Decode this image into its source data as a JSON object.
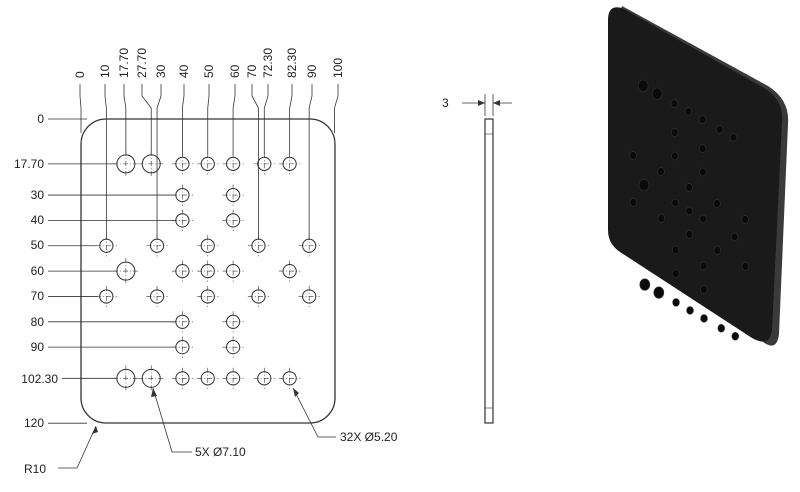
{
  "drawing": {
    "x_dims": [
      "0",
      "10",
      "17.70",
      "27.70",
      "30",
      "40",
      "50",
      "60",
      "70",
      "72.30",
      "82.30",
      "90",
      "100"
    ],
    "y_dims": [
      "0",
      "17.70",
      "30",
      "40",
      "50",
      "60",
      "70",
      "80",
      "90",
      "102.30",
      "120"
    ],
    "corner_radius_label": "R10",
    "large_hole_callout": "5X Ø7.10",
    "small_hole_callout": "32X Ø5.20",
    "thickness_label": "3"
  },
  "colors": {
    "line": "#333333",
    "plate_3d": "#1a1a1a",
    "plate_3d_edge": "#3a3a3a",
    "hole_3d": "#0a0a0a"
  }
}
